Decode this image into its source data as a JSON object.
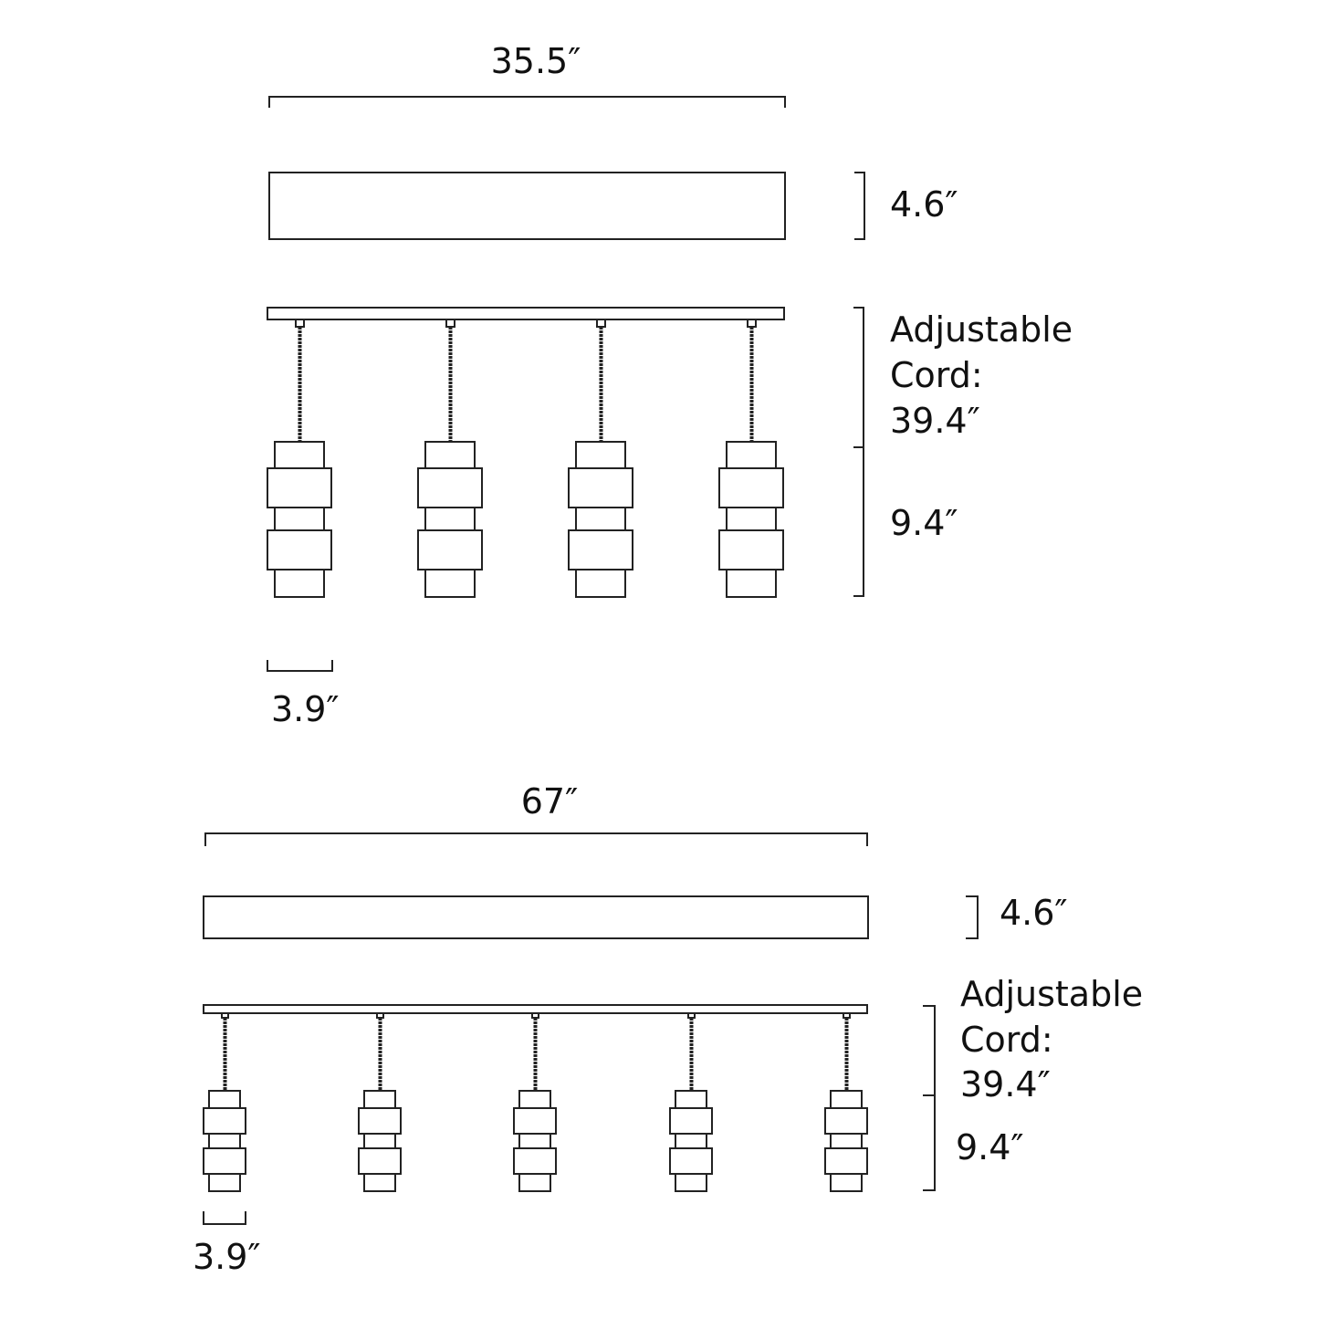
{
  "figures": [
    {
      "name": "four-light-pendant",
      "width_label": "35.5″",
      "canopy_height_label": "4.6″",
      "cord_label_line1": "Adjustable",
      "cord_label_line2": "Cord:",
      "cord_label_line3": "39.4″",
      "shade_height_label": "9.4″",
      "shade_width_label": "3.9″",
      "pendant_count": 4
    },
    {
      "name": "five-light-pendant",
      "width_label": "67″",
      "canopy_height_label": "4.6″",
      "cord_label_line1": "Adjustable",
      "cord_label_line2": "Cord:",
      "cord_label_line3": "39.4″",
      "shade_height_label": "9.4″",
      "shade_width_label": "3.9″",
      "pendant_count": 5
    }
  ],
  "colors": {
    "line": "#222222",
    "background": "#ffffff"
  }
}
